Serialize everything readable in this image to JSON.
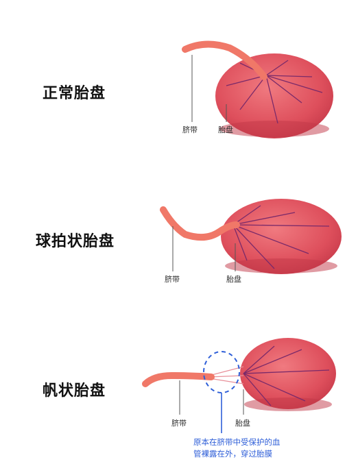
{
  "panels": [
    {
      "title": "正常胎盘",
      "cord_label": "脐带",
      "placenta_label": "胎盘"
    },
    {
      "title": "球拍状胎盘",
      "cord_label": "脐带",
      "placenta_label": "胎盘"
    },
    {
      "title": "帆状胎盘",
      "cord_label": "脐带",
      "placenta_label": "胎盘",
      "note_line1": "原本在脐带中受保护的血",
      "note_line2": "管裸露在外，穿过胎膜"
    }
  ],
  "colors": {
    "placenta": "#e0505c",
    "cord": "#f07868",
    "vessel": "#7a2a6a",
    "highlight": "#2f5fd8"
  }
}
